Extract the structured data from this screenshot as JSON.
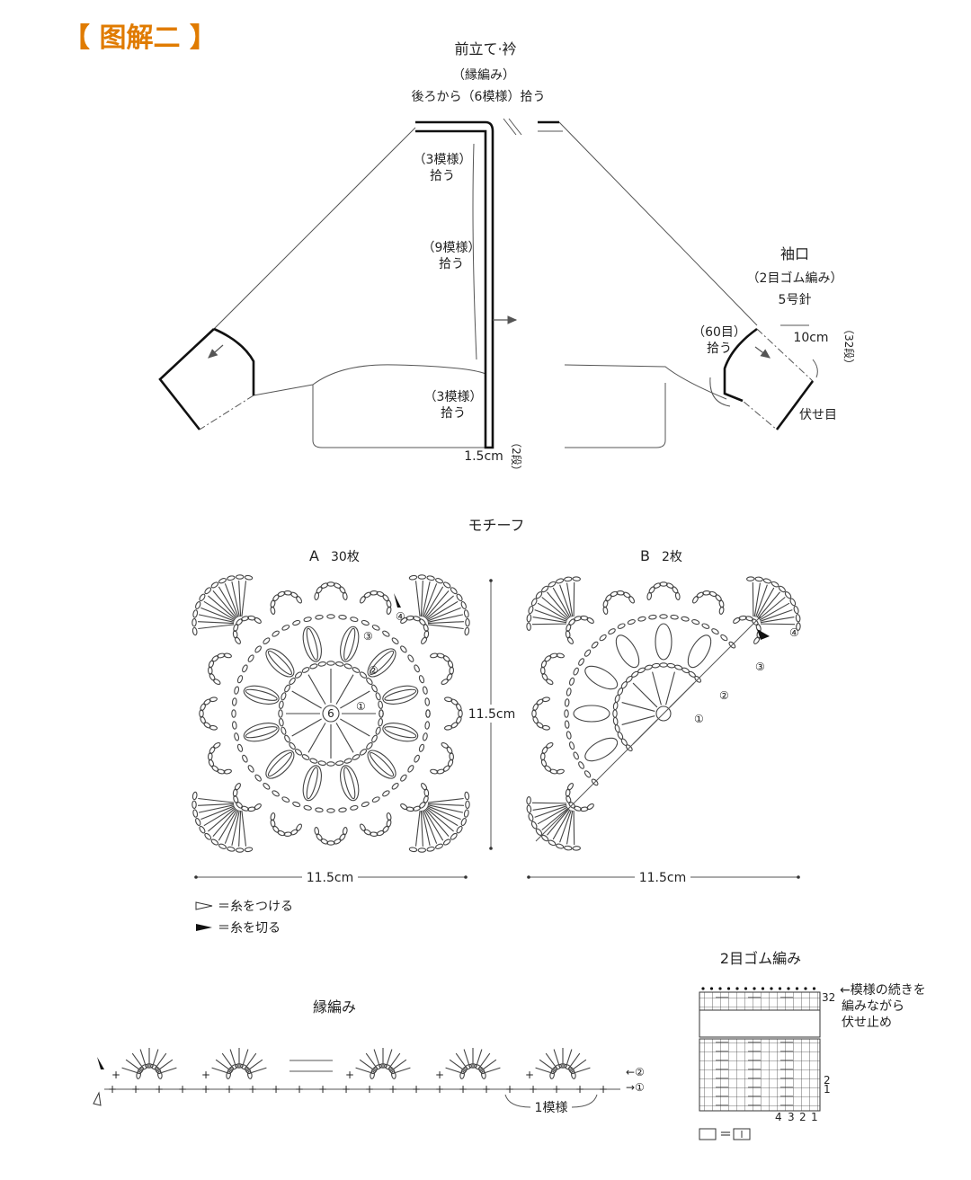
{
  "title": "【 图解二 】",
  "colors": {
    "title": "#e07b00",
    "line": "#333333"
  },
  "garment": {
    "collar_title": "前立て·衿",
    "collar_stitch": "（縁編み）",
    "collar_pickup": "後ろから（6模様）拾う",
    "pick3_top": "（3模様）",
    "pick3_top_b": "拾う",
    "pick9": "（9模様）",
    "pick9_b": "拾う",
    "pick3_bottom": "（3模様）",
    "pick3_bottom_b": "拾う",
    "band_width": "1.5cm",
    "band_rows": "（2段）",
    "cuff_title": "袖口",
    "cuff_stitch": "（2目ゴム編み）",
    "cuff_needle": "5号針",
    "cuff_pickup": "（60目）",
    "cuff_pickup_b": "拾う",
    "cuff_length": "10cm",
    "cuff_rows": "（32段）",
    "bind_off": "伏せ目"
  },
  "motif": {
    "section_title": "モチーフ",
    "a_label": "A",
    "a_count": "30枚",
    "b_label": "B",
    "b_count": "2枚",
    "height": "11.5cm",
    "width_a": "11.5cm",
    "width_b": "11.5cm",
    "center_count": "6",
    "rounds": [
      "①",
      "②",
      "③",
      "④"
    ]
  },
  "legend": {
    "attach": "＝糸をつける",
    "cut": "＝糸を切る"
  },
  "edging": {
    "title": "縁編み",
    "row2": "←②",
    "row1": "→①",
    "repeat": "1模様"
  },
  "rib": {
    "title": "2目ゴム編み",
    "note1": "←模様の続きを",
    "note2": "編みながら",
    "note3": "伏せ止め",
    "row_top": "32",
    "row_2": "2",
    "row_1": "1",
    "cols": [
      "4",
      "3",
      "2",
      "1"
    ],
    "key": "＝"
  }
}
